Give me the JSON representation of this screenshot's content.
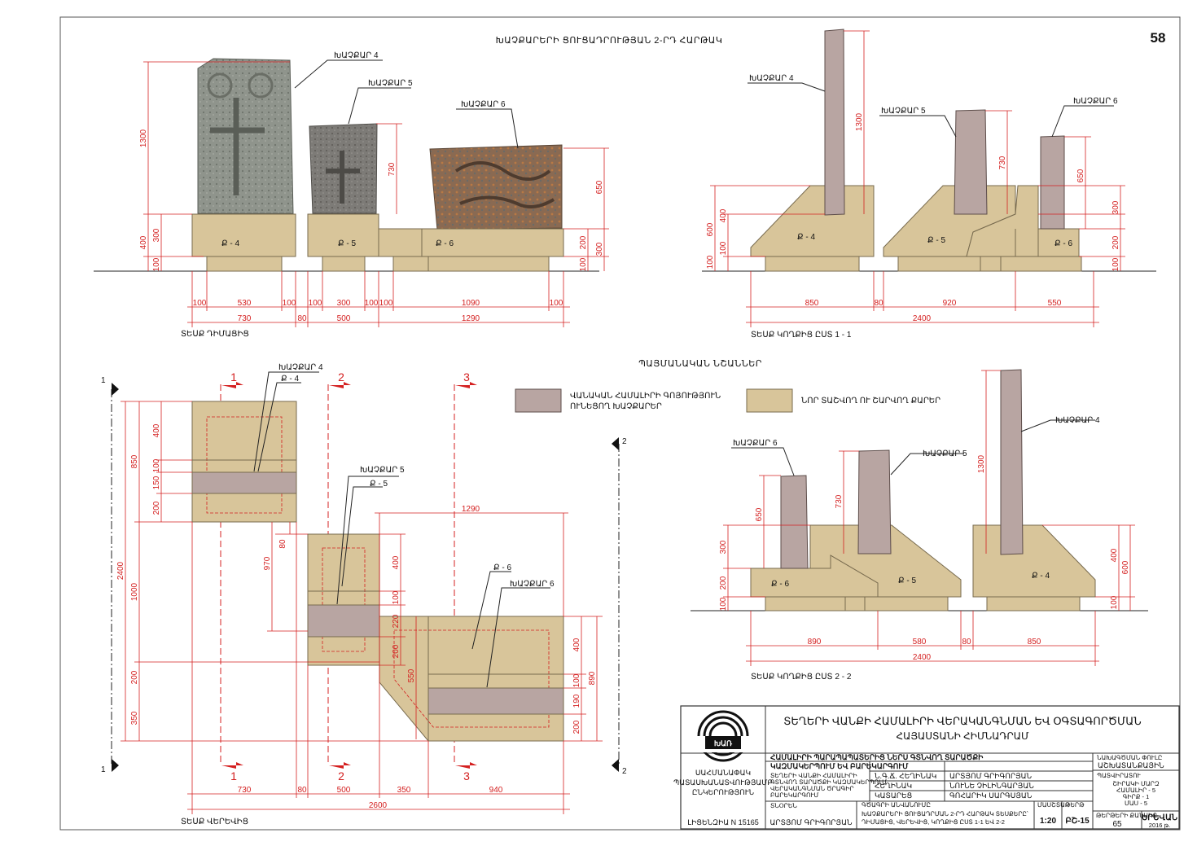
{
  "sheet": {
    "page_number": "58",
    "main_title": "ԽԱՉՔԱՐԵՐԻ ՑՈՒՑԱԴՐՈՒԹՅԱՆ 2-ՐԴ ՀԱՐԹԱԿ",
    "legend_title": "ՊԱՅՄԱՆԱԿԱՆ ՆՇԱՆՆԵՐ",
    "legend_old": [
      "ՎԱՆԱԿԱՆ ՀԱՄԱԼԻՐԻ ԳՈՅՈՒԹՅՈՒՆ",
      "ՈՒՆԵՑՈՂ ԽԱՉՔԱՐԵՐ"
    ],
    "legend_new": "ՆՈՐ ՏԱՇՎՈՂ ՈՒ ՇԱՐՎՈՂ ՔԱՐԵՐ",
    "colors": {
      "old_stone": "#b8a5a2",
      "new_stone": "#d8c59a",
      "dimension": "#d42020",
      "border": "#555555"
    }
  },
  "front_view": {
    "caption": "ՏԵՍՔ ԴԻՄԱՑԻՑ",
    "labels": {
      "k4": "ԽԱՉՔԱՐ 4",
      "k5": "ԽԱՉՔԱՐ 5",
      "k6": "ԽԱՉՔԱՐ 6"
    },
    "bases": {
      "b4": "Ք - 4",
      "b5": "Ք - 5",
      "b6": "Ք - 6"
    },
    "dims": {
      "h1300": "1300",
      "h400": "400",
      "h300": "300",
      "h100": "100",
      "h730": "730",
      "h650": "650",
      "h200": "200",
      "h300b": "300",
      "h100b": "100",
      "w100a": "100",
      "w530": "530",
      "w100b": "100",
      "w100c": "100",
      "w300": "300",
      "w100d": "100",
      "w100e": "100",
      "w1090": "1090",
      "w100f": "100",
      "w730": "730",
      "w80": "80",
      "w500": "500",
      "w1290": "1290"
    }
  },
  "section_11": {
    "caption": "ՏԵՍՔ ԿՈՂՔԻՑ ԸՍՏ 1 - 1",
    "labels": {
      "k4": "ԽԱՉՔԱՐ 4",
      "k5": "ԽԱՉՔԱՐ 5",
      "k6": "ԽԱՉՔԱՐ 6"
    },
    "bases": {
      "b4": "Ք - 4",
      "b5": "Ք - 5",
      "b6": "Ք - 6"
    },
    "dims": {
      "h600": "600",
      "h400": "400",
      "h100": "100",
      "h100b": "100",
      "h1300": "1300",
      "h730": "730",
      "h650": "650",
      "h300": "300",
      "h200": "200",
      "h100c": "100",
      "w850": "850",
      "w80": "80",
      "w920": "920",
      "w550": "550",
      "w2400": "2400"
    }
  },
  "plan_view": {
    "caption": "ՏԵՍՔ ՎԵՐԵՎԻՑ",
    "labels": {
      "k4": "ԽԱՉՔԱՐ 4",
      "b4": "Ք - 4",
      "k5": "ԽԱՉՔԱՐ 5",
      "b5": "Ք - 5",
      "b6": "Ք - 6",
      "k6": "ԽԱՉՔԱՐ 6"
    },
    "section_marks": {
      "s1": "1",
      "s2": "2",
      "s3": "3"
    },
    "dims": {
      "v850": "850",
      "v400": "400",
      "v100": "100",
      "v150": "150",
      "v200": "200",
      "v2400": "2400",
      "v1000": "1000",
      "v200b": "200",
      "v350": "350",
      "v80": "80",
      "v970": "970",
      "v400b": "400",
      "v100b": "100",
      "v220": "220",
      "v200c": "200",
      "v550": "550",
      "v400c": "400",
      "v100c": "100",
      "v190": "190",
      "v200d": "200",
      "v890": "890",
      "w1290": "1290",
      "w730": "730",
      "w80": "80",
      "w500": "500",
      "w350": "350",
      "w940": "940",
      "w2600": "2600"
    }
  },
  "section_22": {
    "caption": "ՏԵՍՔ ԿՈՂՔԻՑ ԸՍՏ 2 - 2",
    "labels": {
      "k6": "ԽԱՉՔԱՐ 6",
      "k5": "ԽԱՉՔԱՐ 5",
      "k4": "ԽԱՉՔԱՐ 4"
    },
    "bases": {
      "b6": "Ք - 6",
      "b5": "Ք - 5",
      "b4": "Ք - 4"
    },
    "dims": {
      "h650": "650",
      "h300": "300",
      "h200": "200",
      "h100": "100",
      "h730": "730",
      "h1300": "1300",
      "h400": "400",
      "h600": "600",
      "h100b": "100",
      "w890": "890",
      "w580": "580",
      "w80": "80",
      "w850": "850",
      "w2400": "2400"
    }
  },
  "title_block": {
    "org_line1": "ՏԵՂԵՐԻ ՎԱՆՔԻ ՀԱՄԱԼԻՐԻ ՎԵՐԱԿԱՆԳՆՄԱՆ ԵՎ ՕԳՏԱԳՈՐԾՄԱՆ",
    "org_line2": "ՀԱՅԱՍՏԱՆԻ ՀԻՄՆԱԴՐԱՄ",
    "logo_text": "ԽԱՌ",
    "company_left": [
      "ՍԱՀՄԱՆԱՓԱԿ",
      "ՊԱՏԱՍԽԱՆԱՏՎՈՒԹՅԱՄԲ",
      "ԸՆԿԵՐՈՒԹՅՈՒՆ"
    ],
    "license": "ԼԻՑԵՆԶԻԱ N 15165",
    "subject_line1": "ՀԱՄԱԼԻՐԻ ՊԱՐԱՊԱՊԱՏԵՐԻՑ ՆԵՐՍ ԳՏՆՎՈՂ ՏԱՐԱԾՔԻ",
    "subject_line2": "ԿԱԶՄԱԿԵՐՊՈՒՄ ԵՎ ԲԱՐԵԿԱՐԳՈՒՄ",
    "project_small": [
      "ՏԵՂԵՐԻ ՎԱՆՔԻ ՀԱՄԱԼԻՐԻ",
      "ԳՏՆՎՈՂ ՏԱՐԱԾՔԻ ԿԱԶՄԱԿԵՐՊՈՒՄ",
      "ՎԵՐԱԿԱՆԳՆՄԱՆ ԾՐԱԳԻՐ",
      "ԲԱՐԵԿԱՐԳՈՒՄ"
    ],
    "roles": [
      {
        "role": "Ն.Գ.Ճ. ՀԵՂԻՆԱԿ",
        "name": "ԱՐՏՅՈՄ ԳՐԻԳՈՐՅԱՆ"
      },
      {
        "role": "ՀԵՂԻՆԱԿ",
        "name": "ՆՈՒՆԵ ՉԻԼԻՆԳԱՐՅԱՆ"
      },
      {
        "role": "ԿԱՏԱՐԵՑ",
        "name": "ԳՈՀԱՐԻԿ ՍԱՐԳՍՅԱՆ"
      }
    ],
    "director_label": "ՏՆՕՐԵՆ",
    "director": "ԱՐՏՅՈՄ ԳՐԻԳՈՐՅԱՆ",
    "sheet_label": "ԳԾԱԳՐԻ ԱՆՎԱՆՈՒՄԸ",
    "sheet_title_line1": "ԽԱՉՔԱՐԵՐԻ ՑՈՒՑԱԴՐՄԱՆ 2-ՐԴ ՀԱՐԹԱԿ ՏԵՍՔԵՐԸ՝",
    "sheet_title_line2": "ԴԻՄԱՑԻՑ, ՎԵՐԵՎԻՑ, ԿՈՂՔԻՑ ԸՍՏ 1-1 ԵՎ 2-2",
    "scale_label": "ՄԱՍՇՏԱԲ",
    "scale": "1:20",
    "code_label": "ԹԵՐԹ",
    "code": "ԲՇ-15",
    "stage_label": "ՆԱԽԱԳԾՄԱՆ ՓՈՒԼԸ",
    "stage": "ԱՇԽԱՏԱՆՔԱՅԻՆ",
    "client_label": "ՊԱՏՎԻՐԱՏՈՒ",
    "client_lines": [
      "ՇԻՐԱԿԻ ՄԱՐԶ",
      "ՀԱՄԱԼԻՐ - 5",
      "ԳԻՐՔ - 1",
      "ՄԱՍ - 5"
    ],
    "sheets_label": "ԹԵՐԹԵՐԻ ՔԱՆԱԿԸ",
    "sheets": "65",
    "city": "ԵՐԵՎԱՆ",
    "year": "2016 թ."
  }
}
